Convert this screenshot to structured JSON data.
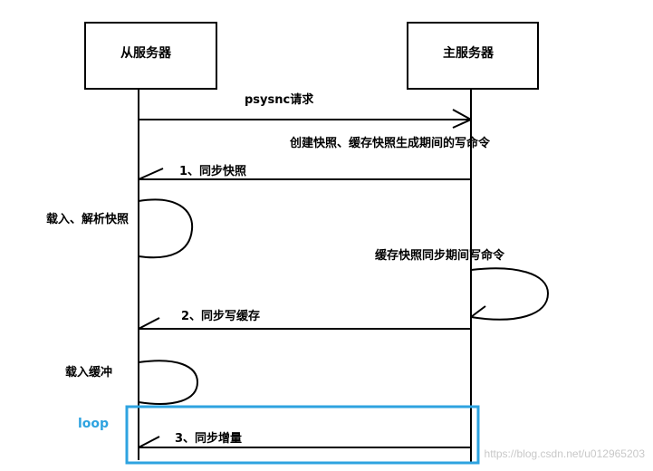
{
  "actors": {
    "slave": "从服务器",
    "master": "主服务器"
  },
  "messages": {
    "psync": "psysnc请求",
    "create_snapshot": "创建快照、缓存快照生成期间的写命令",
    "sync_snapshot": "1、同步快照",
    "load_snapshot": "载入、解析快照",
    "buffer_writes": "缓存快照同步期间写命令",
    "sync_buffer": "2、同步写缓存",
    "load_buffer": "载入缓冲",
    "sync_incremental": "3、同步增量"
  },
  "loop": {
    "label": "loop",
    "color": "#2ea3e0"
  },
  "watermark": "https://blog.csdn.net/u012965203"
}
